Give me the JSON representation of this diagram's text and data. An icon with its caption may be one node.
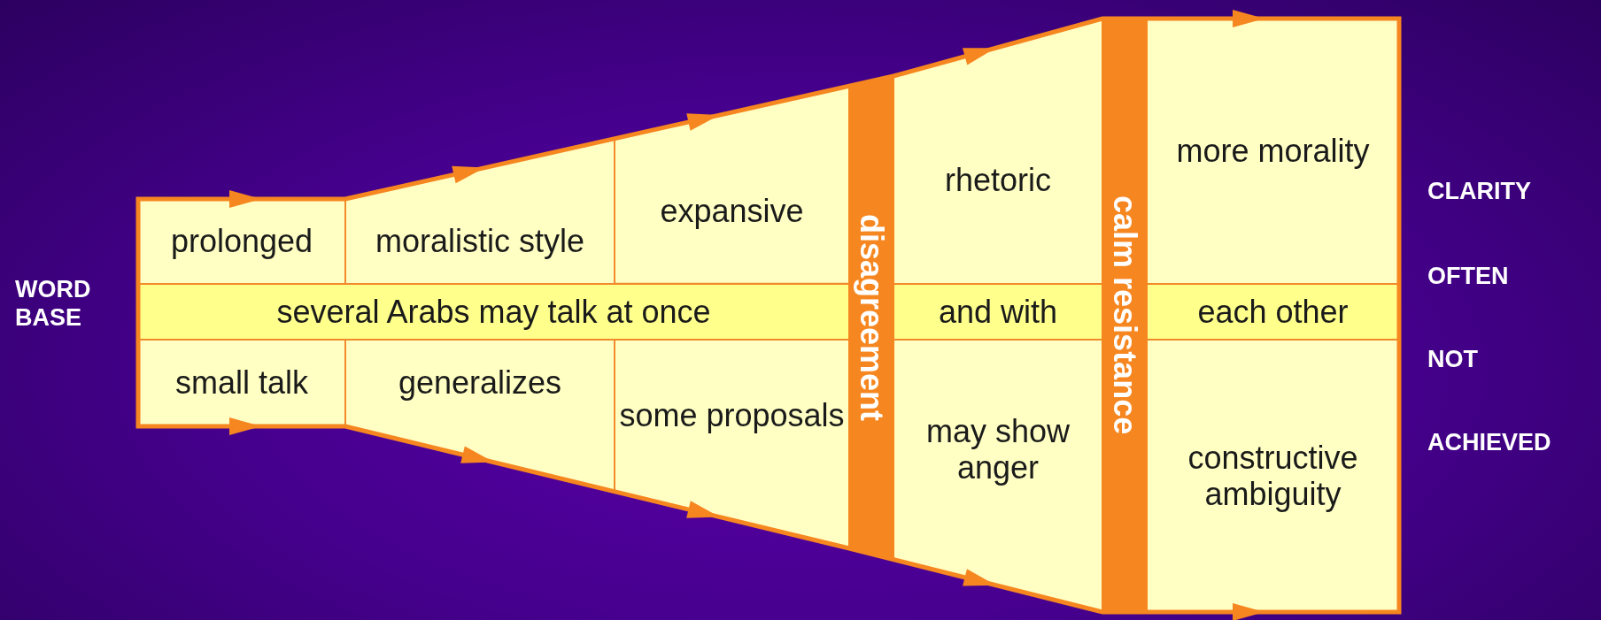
{
  "diagram": {
    "nodes": [
      {
        "text": [
          "prolonged"
        ]
      },
      {
        "text": [
          "moralistic style"
        ]
      },
      {
        "text": [
          "expansive"
        ]
      },
      {
        "text": [
          "disagreement"
        ]
      },
      {
        "text": [
          "rhetoric"
        ]
      },
      {
        "text": [
          "calm resistance"
        ]
      },
      {
        "text": [
          "more morality"
        ]
      },
      {
        "text": [
          "several Arabs may talk at once"
        ]
      },
      {
        "text": [
          "and with"
        ]
      },
      {
        "text": [
          "each other"
        ]
      },
      {
        "text": [
          "small talk"
        ]
      },
      {
        "text": [
          "generalizes"
        ]
      },
      {
        "text": [
          "some proposals"
        ]
      },
      {
        "text": [
          "may show anger"
        ]
      },
      {
        "text": [
          "constructive ambiguity"
        ]
      }
    ],
    "edges": [],
    "labels": [
      "WORD BASE",
      "CLARITY",
      "OFTEN",
      "NOT",
      "ACHIEVED"
    ]
  }
}
